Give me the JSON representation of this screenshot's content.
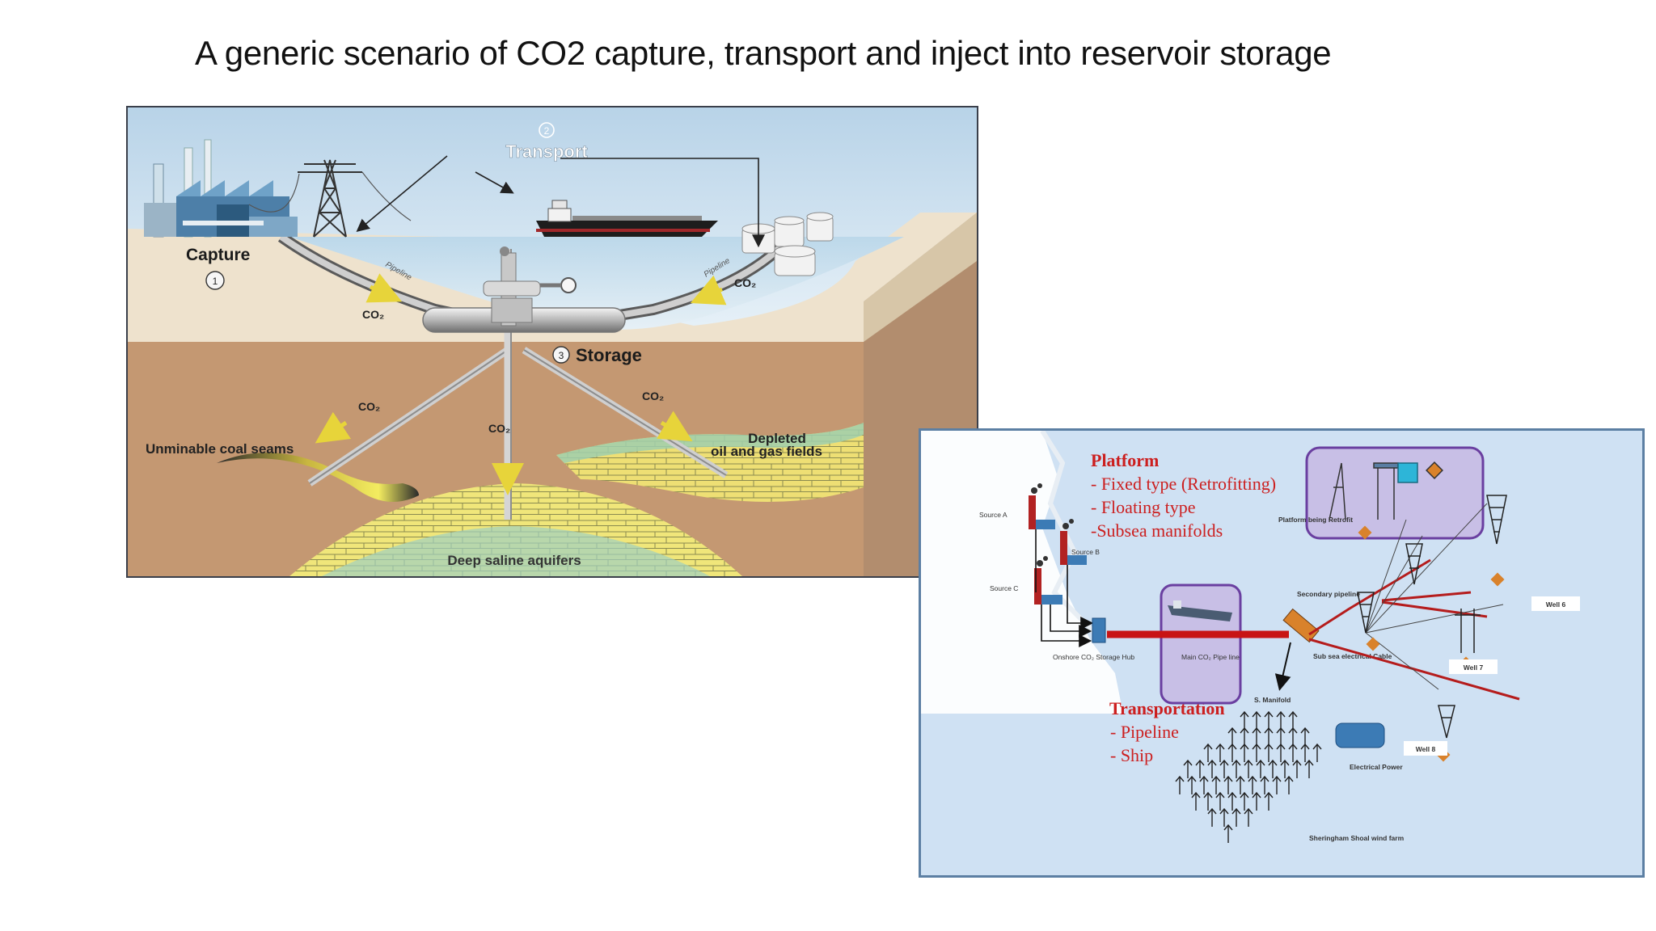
{
  "title": "A generic scenario of CO2 capture, transport and inject into reservoir storage",
  "figure1": {
    "transport_number": "2",
    "transport_label": "Transport",
    "capture_label": "Capture",
    "capture_number": "1",
    "storage_number": "3",
    "storage_label": "Storage",
    "pipeline_left": "Pipeline",
    "pipeline_right": "Pipeline",
    "co2_surface_left": "CO₂",
    "co2_surface_right": "CO₂",
    "co2_coal": "CO₂",
    "co2_center": "CO₂",
    "co2_oil": "CO₂",
    "coal_label": "Unminable coal seams",
    "depleted_line1": "Depleted",
    "depleted_line2": "oil and gas fields",
    "aquifer_label": "Deep saline aquifers"
  },
  "figure2": {
    "platform_heading": "Platform",
    "platform_items": [
      "- Fixed type (Retrofitting)",
      "- Floating type",
      "-Subsea manifolds"
    ],
    "transport_heading": "Transportation",
    "transport_items": [
      "- Pipeline",
      "- Ship"
    ],
    "source_a": "Source A",
    "source_b": "Source B",
    "source_c": "Source C",
    "onshore_hub": "Onshore CO₂ Storage Hub",
    "main_pipe": "Main CO₂ Pipe line",
    "platform_retrofit": "Platform being Retrofit",
    "secondary_pipeline": "Secondary pipeline",
    "subsea_cable": "Sub sea electrical Cable",
    "manifold": "S. Manifold",
    "electrical_power": "Electrical Power",
    "well6": "Well 6",
    "well7": "Well 7",
    "well8": "Well 8",
    "wind_farm": "Sheringham Shoal wind farm"
  }
}
